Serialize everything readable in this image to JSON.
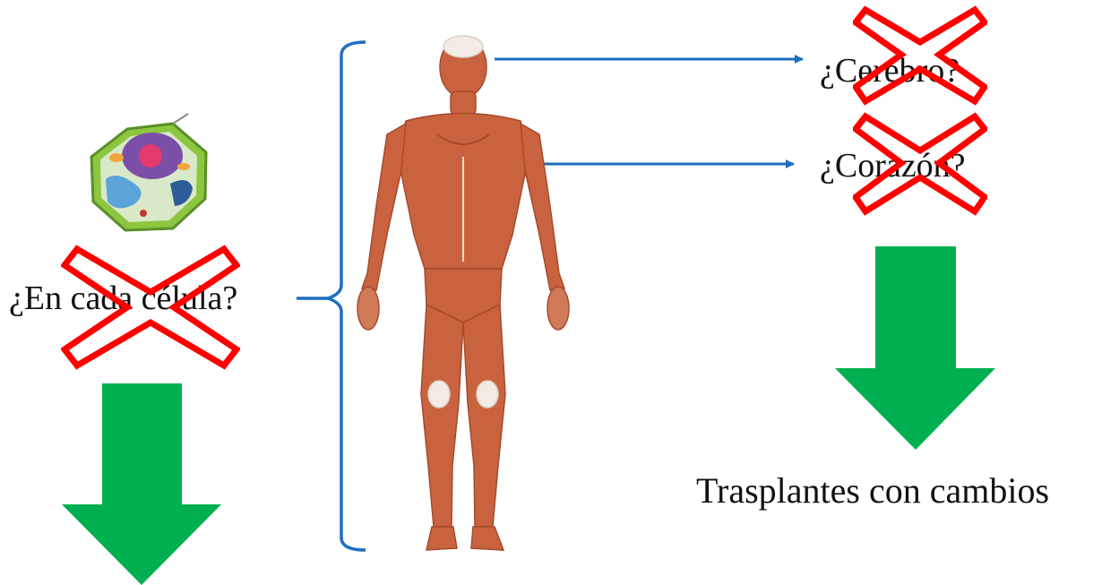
{
  "labels": {
    "cell_question": "¿En cada célula?",
    "brain_question": "¿Cerebro?",
    "heart_question": "¿Corazón?",
    "transplant_note": "Trasplantes con cambios"
  },
  "colors": {
    "connector_blue": "#1f6fbf",
    "cross_red": "#ff0000",
    "arrow_green": "#00b050"
  },
  "icons": {
    "cell": "animal-cell-icon",
    "body": "human-muscular-body-icon"
  }
}
